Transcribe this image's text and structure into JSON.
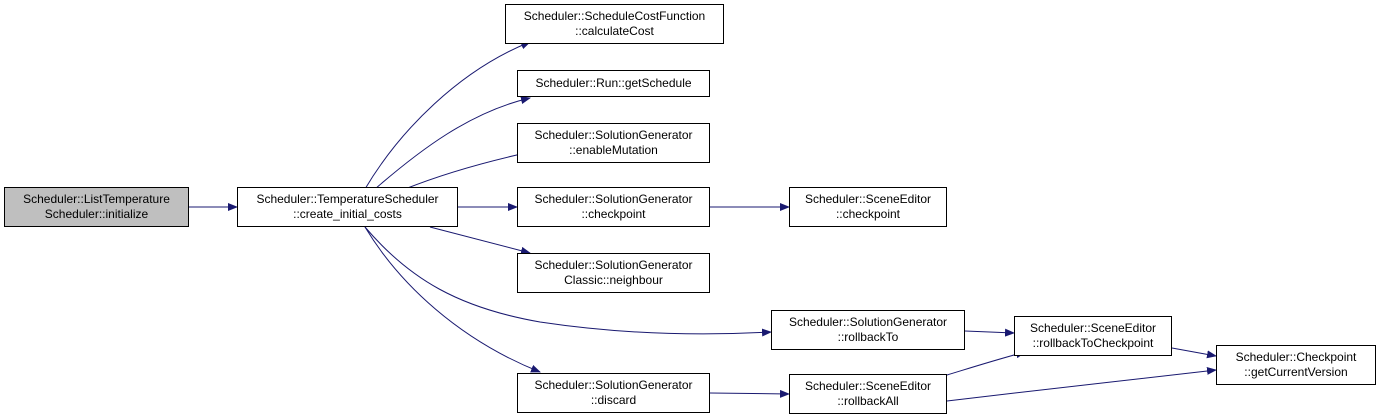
{
  "colors": {
    "edge": "#191970",
    "root_fill": "#bfbfbf",
    "node_fill": "#ffffff",
    "border": "#000000"
  },
  "nodes": {
    "root": {
      "line1": "Scheduler::ListTemperature",
      "line2": "Scheduler::initialize"
    },
    "create_initial_costs": {
      "line1": "Scheduler::TemperatureScheduler",
      "line2": "::create_initial_costs"
    },
    "calculate_cost": {
      "line1": "Scheduler::ScheduleCostFunction",
      "line2": "::calculateCost"
    },
    "get_schedule": {
      "line1": "Scheduler::Run::getSchedule"
    },
    "enable_mutation": {
      "line1": "Scheduler::SolutionGenerator",
      "line2": "::enableMutation"
    },
    "sg_checkpoint": {
      "line1": "Scheduler::SolutionGenerator",
      "line2": "::checkpoint"
    },
    "neighbour": {
      "line1": "Scheduler::SolutionGenerator",
      "line2": "Classic::neighbour"
    },
    "se_checkpoint": {
      "line1": "Scheduler::SceneEditor",
      "line2": "::checkpoint"
    },
    "rollback_to": {
      "line1": "Scheduler::SolutionGenerator",
      "line2": "::rollbackTo"
    },
    "discard": {
      "line1": "Scheduler::SolutionGenerator",
      "line2": "::discard"
    },
    "rollback_to_checkpoint": {
      "line1": "Scheduler::SceneEditor",
      "line2": "::rollbackToCheckpoint"
    },
    "rollback_all": {
      "line1": "Scheduler::SceneEditor",
      "line2": "::rollbackAll"
    },
    "get_current_version": {
      "line1": "Scheduler::Checkpoint",
      "line2": "::getCurrentVersion"
    }
  },
  "edges": [
    {
      "from": "root",
      "to": "create_initial_costs"
    },
    {
      "from": "create_initial_costs",
      "to": "calculate_cost"
    },
    {
      "from": "create_initial_costs",
      "to": "get_schedule"
    },
    {
      "from": "create_initial_costs",
      "to": "enable_mutation"
    },
    {
      "from": "create_initial_costs",
      "to": "sg_checkpoint"
    },
    {
      "from": "create_initial_costs",
      "to": "neighbour"
    },
    {
      "from": "create_initial_costs",
      "to": "rollback_to"
    },
    {
      "from": "create_initial_costs",
      "to": "discard"
    },
    {
      "from": "sg_checkpoint",
      "to": "se_checkpoint"
    },
    {
      "from": "rollback_to",
      "to": "rollback_to_checkpoint"
    },
    {
      "from": "discard",
      "to": "rollback_all"
    },
    {
      "from": "rollback_all",
      "to": "rollback_to_checkpoint"
    },
    {
      "from": "rollback_all",
      "to": "get_current_version"
    },
    {
      "from": "rollback_to_checkpoint",
      "to": "get_current_version"
    }
  ]
}
